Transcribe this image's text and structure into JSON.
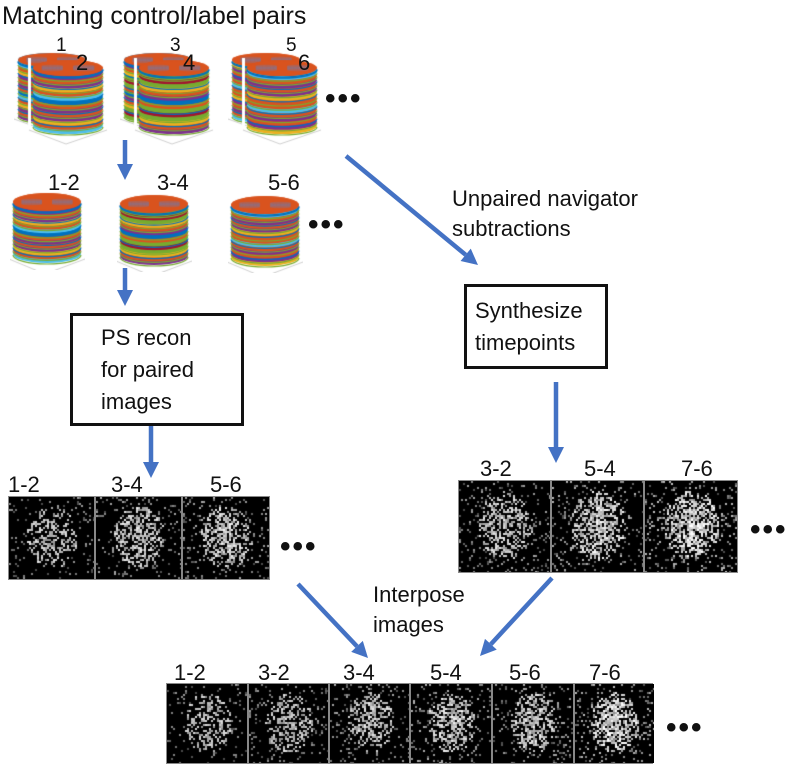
{
  "title": "Matching control/label pairs",
  "top_row": {
    "stacks": [
      {
        "back_label": "1",
        "front_label": "2",
        "palette": [
          "#d9531e",
          "#7e2f8e",
          "#d9531e",
          "#7e2f8e",
          "#edb120",
          "#d9531e",
          "#4dbeee",
          "#0072bd"
        ]
      },
      {
        "back_label": "3",
        "front_label": "4",
        "palette": [
          "#d9531e",
          "#77ac30",
          "#a2142f",
          "#77ac30",
          "#edb120",
          "#d9531e",
          "#7e2f8e",
          "#0072bd"
        ]
      },
      {
        "back_label": "5",
        "front_label": "6",
        "palette": [
          "#d9531e",
          "#4dbeee",
          "#d9531e",
          "#7e2f8e",
          "#d9531e",
          "#7e2f8e",
          "#edb120",
          "#d9531e"
        ]
      }
    ],
    "ellipsis": "•••"
  },
  "paired_row": {
    "labels": [
      "1-2",
      "3-4",
      "5-6"
    ],
    "ellipsis": "•••"
  },
  "notes": {
    "unpaired": [
      "Unpaired navigator",
      "subtractions"
    ],
    "interpose": [
      "Interpose",
      "images"
    ]
  },
  "boxes": {
    "ps_recon": [
      "PS recon",
      "for paired",
      "images"
    ],
    "synthesize": [
      "Synthesize",
      "timepoints"
    ]
  },
  "paired_images": {
    "labels": [
      "1-2",
      "3-4",
      "5-6"
    ],
    "ellipsis": "•••"
  },
  "synth_images": {
    "labels": [
      "3-2",
      "5-4",
      "7-6"
    ],
    "ellipsis": "•••"
  },
  "interposed_images": {
    "labels": [
      "1-2",
      "3-2",
      "3-4",
      "5-4",
      "5-6",
      "7-6"
    ],
    "ellipsis": "•••"
  },
  "colors": {
    "arrow": "#4472c4",
    "box_border": "#111111",
    "image_bg": "#000000"
  }
}
